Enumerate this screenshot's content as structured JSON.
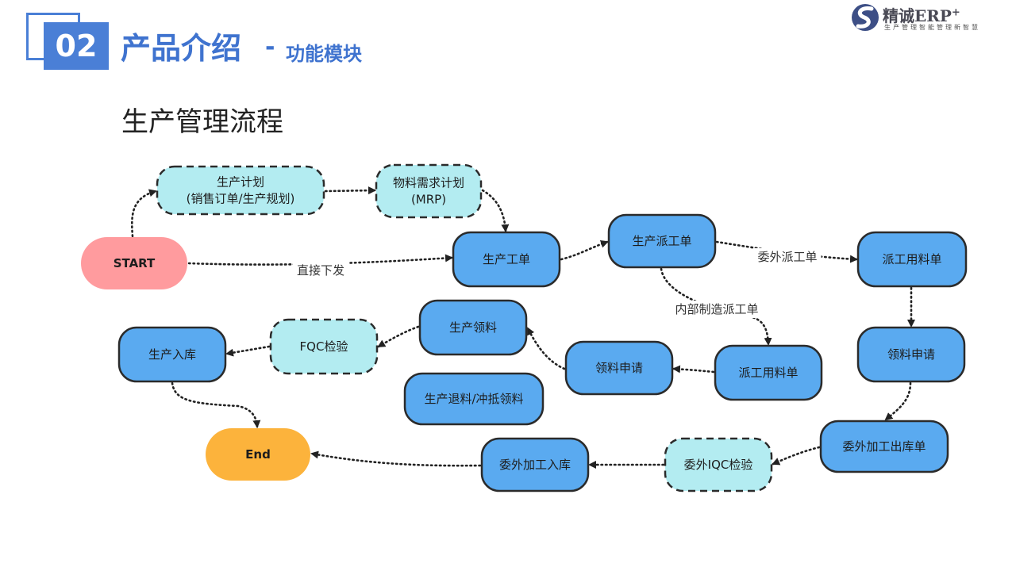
{
  "header": {
    "number": "02",
    "title": "产品介绍",
    "dash": "-",
    "subtitle": "功能模块"
  },
  "logo": {
    "name": "精诚ERP",
    "plus": "+",
    "tagline": "生产管理智能管理新智慧"
  },
  "section_title": "生产管理流程",
  "colors": {
    "accent": "#4a7fd6",
    "start": "#ff9b9e",
    "end": "#fcb33c",
    "node_blue": "#5aaaf0",
    "node_cyan": "#b3ecf1"
  },
  "nodes": [
    {
      "id": "start",
      "lines": [
        "START"
      ],
      "style": "start"
    },
    {
      "id": "plan",
      "lines": [
        "生产计划",
        "(销售订单/生产规划)"
      ],
      "style": "dashed"
    },
    {
      "id": "mrp",
      "lines": [
        "物料需求计划",
        "(MRP)"
      ],
      "style": "dashed"
    },
    {
      "id": "work_order",
      "lines": [
        "生产工单"
      ],
      "style": "solid"
    },
    {
      "id": "dispatch",
      "lines": [
        "生产派工单"
      ],
      "style": "solid"
    },
    {
      "id": "dispatch_mat_r",
      "lines": [
        "派工用料单"
      ],
      "style": "solid"
    },
    {
      "id": "req_r",
      "lines": [
        "领料申请"
      ],
      "style": "solid"
    },
    {
      "id": "out_ship",
      "lines": [
        "委外加工出库单"
      ],
      "style": "solid"
    },
    {
      "id": "iqc",
      "lines": [
        "委外IQC检验"
      ],
      "style": "dashed"
    },
    {
      "id": "out_in",
      "lines": [
        "委外加工入库"
      ],
      "style": "solid"
    },
    {
      "id": "end",
      "lines": [
        "End"
      ],
      "style": "end"
    },
    {
      "id": "dispatch_mat_c",
      "lines": [
        "派工用料单"
      ],
      "style": "solid"
    },
    {
      "id": "req_c",
      "lines": [
        "领料申请"
      ],
      "style": "solid"
    },
    {
      "id": "pick",
      "lines": [
        "生产领料"
      ],
      "style": "solid"
    },
    {
      "id": "fqc",
      "lines": [
        "FQC检验"
      ],
      "style": "dashed"
    },
    {
      "id": "stock_in",
      "lines": [
        "生产入库"
      ],
      "style": "solid"
    },
    {
      "id": "return",
      "lines": [
        "生产退料/冲抵领料"
      ],
      "style": "solid"
    }
  ],
  "edges": [
    {
      "from": "start",
      "to": "plan",
      "label": ""
    },
    {
      "from": "plan",
      "to": "mrp",
      "label": ""
    },
    {
      "from": "mrp",
      "to": "work_order",
      "label": ""
    },
    {
      "from": "start",
      "to": "work_order",
      "label": "直接下发"
    },
    {
      "from": "work_order",
      "to": "dispatch",
      "label": ""
    },
    {
      "from": "dispatch",
      "to": "dispatch_mat_r",
      "label": "委外派工单"
    },
    {
      "from": "dispatch",
      "to": "dispatch_mat_c",
      "label": "内部制造派工单"
    },
    {
      "from": "dispatch_mat_r",
      "to": "req_r",
      "label": ""
    },
    {
      "from": "req_r",
      "to": "out_ship",
      "label": ""
    },
    {
      "from": "out_ship",
      "to": "iqc",
      "label": ""
    },
    {
      "from": "iqc",
      "to": "out_in",
      "label": ""
    },
    {
      "from": "out_in",
      "to": "end",
      "label": ""
    },
    {
      "from": "dispatch_mat_c",
      "to": "req_c",
      "label": ""
    },
    {
      "from": "req_c",
      "to": "pick",
      "label": ""
    },
    {
      "from": "pick",
      "to": "fqc",
      "label": ""
    },
    {
      "from": "fqc",
      "to": "stock_in",
      "label": ""
    },
    {
      "from": "stock_in",
      "to": "end",
      "label": ""
    }
  ]
}
